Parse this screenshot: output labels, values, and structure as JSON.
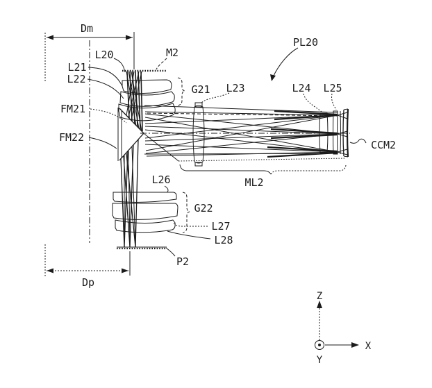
{
  "diagram": {
    "title_reference": "PL20",
    "dimensions": {
      "dm": "Dm",
      "dp": "Dp"
    },
    "mirrors": {
      "m2": "M2",
      "fm21": "FM21",
      "fm22": "FM22",
      "ccm2": "CCM2"
    },
    "lenses": {
      "l20": "L20",
      "l21": "L21",
      "l22": "L22",
      "l23": "L23",
      "l24": "L24",
      "l25": "L25",
      "l26": "L26",
      "l27": "L27",
      "l28": "L28"
    },
    "groups": {
      "g21": "G21",
      "g22": "G22",
      "ml2": "ML2"
    },
    "planes": {
      "p2": "P2"
    },
    "axes": {
      "z": "Z",
      "x": "X",
      "y": "Y"
    },
    "colors": {
      "line": "#1b1b1b",
      "background": "#ffffff"
    }
  }
}
